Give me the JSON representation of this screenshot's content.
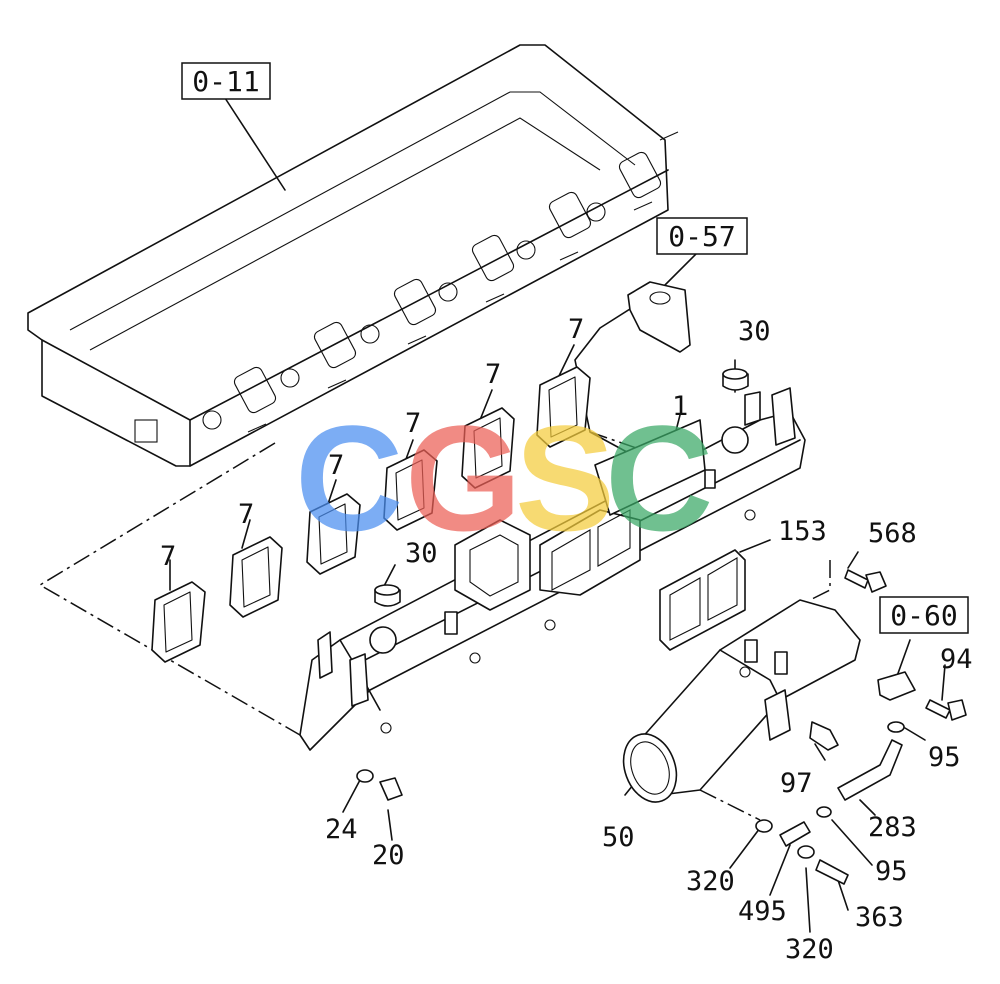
{
  "diagram": {
    "reference_boxes": [
      "0-11",
      "0-57",
      "0-60"
    ],
    "part_numbers": {
      "gasket": "7",
      "manifold": "1",
      "cap": "30",
      "gasket_153": "153",
      "bolt_568": "568",
      "bolt_94": "94",
      "washer_95": "95",
      "sensor_97": "97",
      "pipe_50": "50",
      "hose_283": "283",
      "washer_320": "320",
      "bolt_495": "495",
      "bolt_363": "363",
      "washer_24": "24",
      "nut_20": "20"
    }
  },
  "watermark": {
    "letters": [
      "C",
      "G",
      "S",
      "C"
    ],
    "colors": [
      "#4a8ef0",
      "#ec5f56",
      "#f5cd3c",
      "#3aa866"
    ]
  }
}
